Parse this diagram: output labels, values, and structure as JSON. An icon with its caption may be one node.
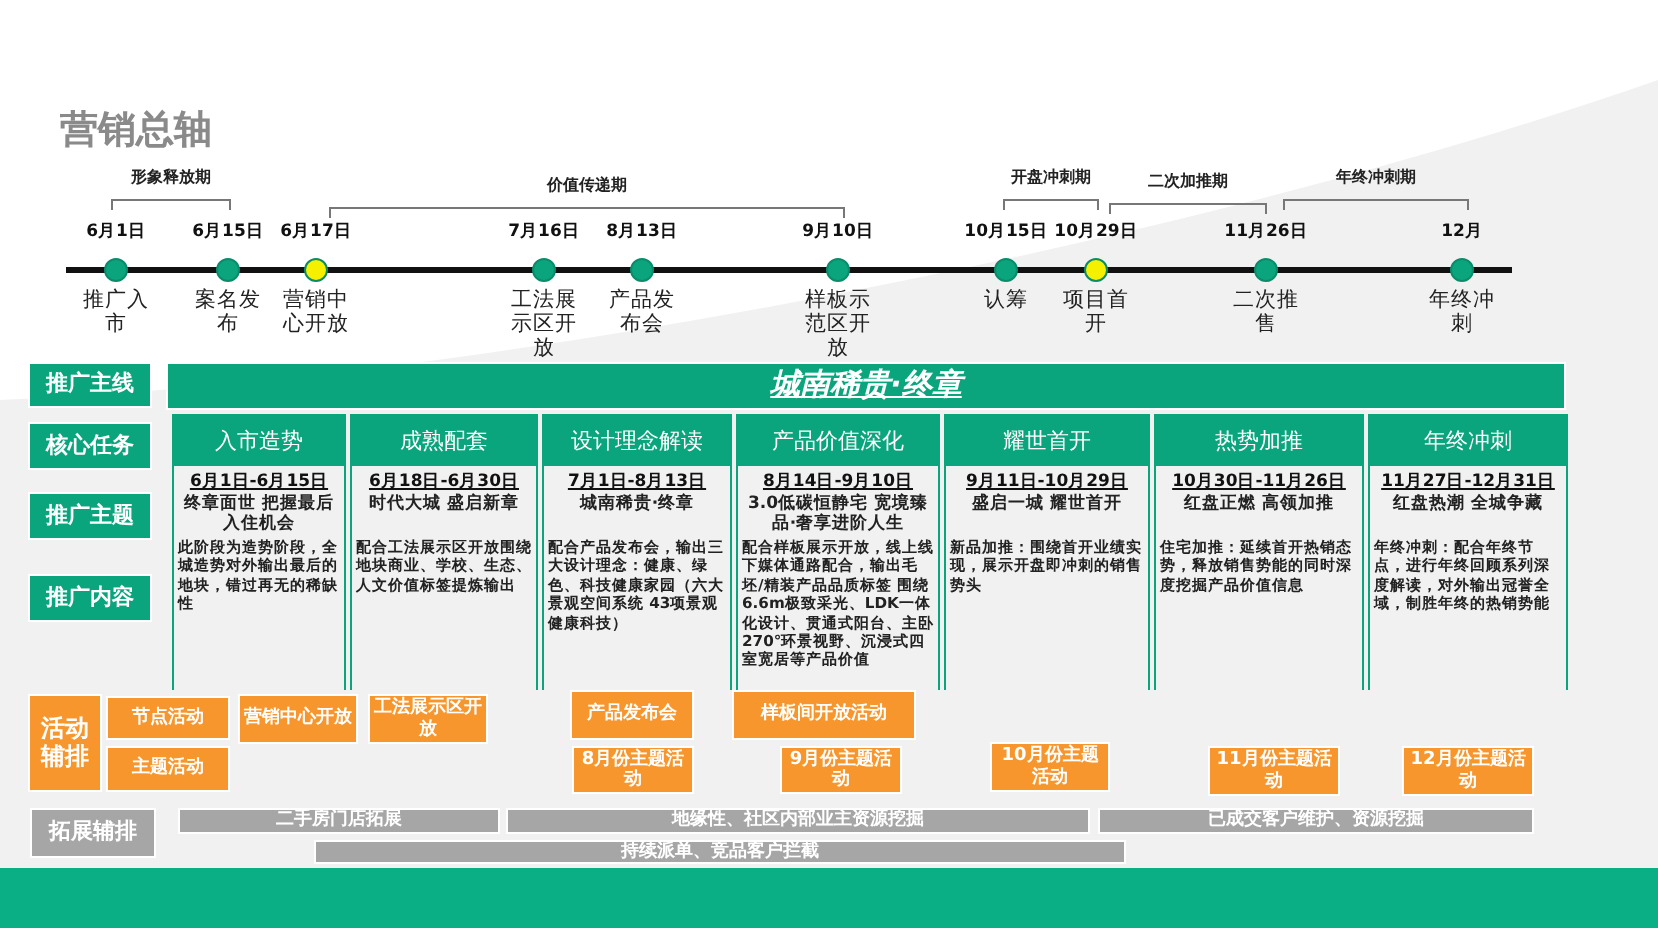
{
  "diagram": {
    "title": "营销总轴",
    "nodes": [
      {
        "text": [
          "推广入市"
        ],
        "beside": [
          "6月1日"
        ]
      },
      {
        "text": [
          "案名发布"
        ],
        "beside": [
          "6月15日"
        ]
      },
      {
        "text": [
          "营销中心开放"
        ],
        "beside": [
          "6月17日"
        ]
      },
      {
        "text": [
          "工法展示区开放"
        ],
        "beside": [
          "7月16日"
        ]
      },
      {
        "text": [
          "产品发布会"
        ],
        "beside": [
          "8月13日"
        ]
      },
      {
        "text": [
          "样板示范区开放"
        ],
        "beside": [
          "9月10日"
        ]
      },
      {
        "text": [
          "认筹"
        ],
        "beside": [
          "10月15日"
        ]
      },
      {
        "text": [
          "项目首开"
        ],
        "beside": [
          "10月29日"
        ]
      },
      {
        "text": [
          "二次推售"
        ],
        "beside": [
          "11月26日"
        ]
      },
      {
        "text": [
          "年终冲刺"
        ],
        "beside": [
          "12月"
        ]
      },
      {
        "text": [
          "推广主线"
        ]
      },
      {
        "text": [
          "核心任务"
        ]
      },
      {
        "text": [
          "推广主题"
        ]
      },
      {
        "text": [
          "推广内容"
        ]
      },
      {
        "text": [
          "城南稀贵·终章"
        ]
      },
      {
        "text": [
          "入市造势",
          "6月1日-6月15日",
          "终章面世 把握最后入住机会",
          "此阶段为造势阶段，全城造势对外输出最后的地块，错过再无的稀缺性"
        ]
      },
      {
        "text": [
          "成熟配套",
          "6月18日-6月30日",
          "时代大城 盛启新章",
          "配合工法展示区开放围绕地块商业、学校、生态、人文价值标签提炼输出"
        ]
      },
      {
        "text": [
          "设计理念解读",
          "7月1日-8月13日",
          "城南稀贵·终章",
          "配合产品发布会，输出三大设计理念：健康、绿色、科技健康家园（六大景观空间系统 43项景观健康科技）"
        ]
      },
      {
        "text": [
          "产品价值深化",
          "8月14日-9月10日",
          "3.0低碳恒静宅 宽境臻品·奢享进阶人生",
          "配合样板展示开放，线上线下媒体通路配合，输出毛坯/精装产品品质标签 围绕6.6m极致采光、LDK一体化设计、贯通式阳台、主卧270°环景视野、沉浸式四室宽居等产品价值"
        ]
      },
      {
        "text": [
          "耀世首开",
          "9月11日-10月29日",
          "盛启一城 耀世首开",
          "新品加推：围绕首开业绩实现，展示开盘即冲刺的销售势头"
        ]
      },
      {
        "text": [
          "热势加推",
          "10月30日-11月26日",
          "红盘正燃 高领加推",
          "住宅加推：延续首开热销态势，释放销售势能的同时深度挖掘产品价值信息"
        ]
      },
      {
        "text": [
          "年终冲刺",
          "11月27日-12月31日",
          "红盘热潮 全城争藏",
          "年终冲刺：配合年终节点，进行年终回顾系列深度解读，对外输出冠誉全域，制胜年终的热销势能"
        ]
      },
      {
        "text": [
          "活动辅排"
        ]
      },
      {
        "text": [
          "节点活动"
        ]
      },
      {
        "text": [
          "主题活动"
        ]
      },
      {
        "text": [
          "营销中心开放"
        ]
      },
      {
        "text": [
          "工法展示区开放"
        ]
      },
      {
        "text": [
          "产品发布会"
        ]
      },
      {
        "text": [
          "8月份主题活动"
        ]
      },
      {
        "text": [
          "样板间开放活动"
        ]
      },
      {
        "text": [
          "9月份主题活动"
        ]
      },
      {
        "text": [
          "10月份主题活动"
        ]
      },
      {
        "text": [
          "11月份主题活动"
        ]
      },
      {
        "text": [
          "12月份主题活动"
        ]
      },
      {
        "text": [
          "拓展辅排"
        ]
      },
      {
        "text": [
          "二手房门店拓展"
        ]
      },
      {
        "text": [
          "地缘性、社区内部业主资源挖掘"
        ]
      },
      {
        "text": [
          "已成交客户维护、资源挖掘"
        ]
      },
      {
        "text": [
          "持续派单、竞品客户拦截"
        ]
      }
    ],
    "labels": [
      "形象释放期",
      "价值传递期",
      "开盘冲刺期",
      "二次加推期",
      "年终冲刺期"
    ]
  }
}
